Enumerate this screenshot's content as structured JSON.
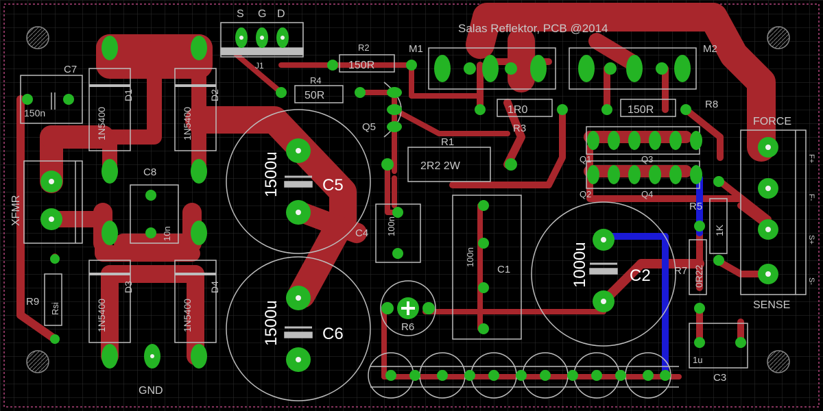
{
  "title_text": "Salas Reflektor, PCB @2014",
  "colors": {
    "background": "#000000",
    "grid": "#2e2e2e",
    "top_copper": "#a8262c",
    "bottom_copper": "#1a1ad6",
    "pad": "#24b424",
    "silkscreen": "#bdbdbd",
    "frame": "#b0447a"
  },
  "labels": {
    "s": "S",
    "g": "G",
    "d": "D",
    "j1": "J1",
    "r2": "R2",
    "r2_value": "150R",
    "m1": "M1",
    "m2": "M2",
    "r4": "R4",
    "r4_value": "50R",
    "q5": "Q5",
    "r1_value": "1R0",
    "r3": "R3",
    "r8_value": "150R",
    "r8": "R8",
    "r1": "R1",
    "r1b_value": "2R2 2W",
    "force": "FORCE",
    "f_plus": "F+",
    "f_minus": "F-",
    "s_plus": "S+",
    "s_minus": "S-",
    "sense": "SENSE",
    "q1": "Q1",
    "q2": "Q2",
    "q3": "Q3",
    "q4": "Q4",
    "r5": "R5",
    "r5_value": "1K",
    "r7": "R7",
    "r7_value": "0R22",
    "c7": "C7",
    "c7_value": "150n",
    "d1": "D1",
    "d2": "D2",
    "d3": "D3",
    "d4": "D4",
    "diode_value": "1N5400",
    "c8": "C8",
    "c8_value": "10n",
    "xfmr": "XFMR",
    "r9": "R9",
    "r9_value": "Rsi",
    "gnd": "GND",
    "c5": "C5",
    "c5_value": "1500u",
    "c6": "C6",
    "c6_value": "1500u",
    "c4": "C4",
    "c4_value": "100n",
    "c1": "C1",
    "c1_value": "100n",
    "c2": "C2",
    "c2_value": "1000u",
    "r6": "R6",
    "c3": "C3",
    "c3_value": "1u"
  }
}
